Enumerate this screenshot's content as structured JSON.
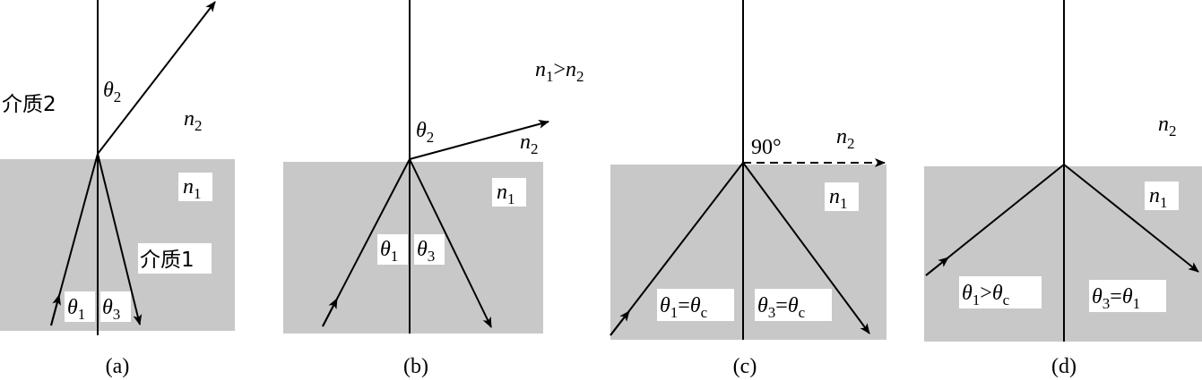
{
  "colors": {
    "medium1": "#c8c8c8",
    "line": "#000000",
    "label_box": "#ffffff"
  },
  "condition": {
    "n1": "n",
    "n1_sub": "1",
    "op": ">",
    "n2": "n",
    "n2_sub": "2"
  },
  "panels": [
    {
      "caption": "(a)",
      "medium2_label": "介质2",
      "medium1_label": "介质1",
      "n2": "n",
      "n2_sub": "2",
      "n1": "n",
      "n1_sub": "1",
      "theta2": "θ",
      "theta2_sub": "2",
      "theta1": "θ",
      "theta1_sub": "1",
      "theta3": "θ",
      "theta3_sub": "3"
    },
    {
      "caption": "(b)",
      "n2": "n",
      "n2_sub": "2",
      "n1": "n",
      "n1_sub": "1",
      "theta2": "θ",
      "theta2_sub": "2",
      "theta1": "θ",
      "theta1_sub": "1",
      "theta3": "θ",
      "theta3_sub": "3"
    },
    {
      "caption": "(c)",
      "angle": "90°",
      "n2": "n",
      "n2_sub": "2",
      "n1": "n",
      "n1_sub": "1",
      "left_formula": {
        "a": "θ",
        "a_sub": "1",
        "op": "=",
        "b": "θ",
        "b_sub": "c"
      },
      "right_formula": {
        "a": "θ",
        "a_sub": "3",
        "op": "=",
        "b": "θ",
        "b_sub": "c"
      }
    },
    {
      "caption": "(d)",
      "n2": "n",
      "n2_sub": "2",
      "n1": "n",
      "n1_sub": "1",
      "left_formula": {
        "a": "θ",
        "a_sub": "1",
        "op": ">",
        "b": "θ",
        "b_sub": "c"
      },
      "right_formula": {
        "a": "θ",
        "a_sub": "3",
        "op": "=",
        "b": "θ",
        "b_sub": "1"
      }
    }
  ]
}
